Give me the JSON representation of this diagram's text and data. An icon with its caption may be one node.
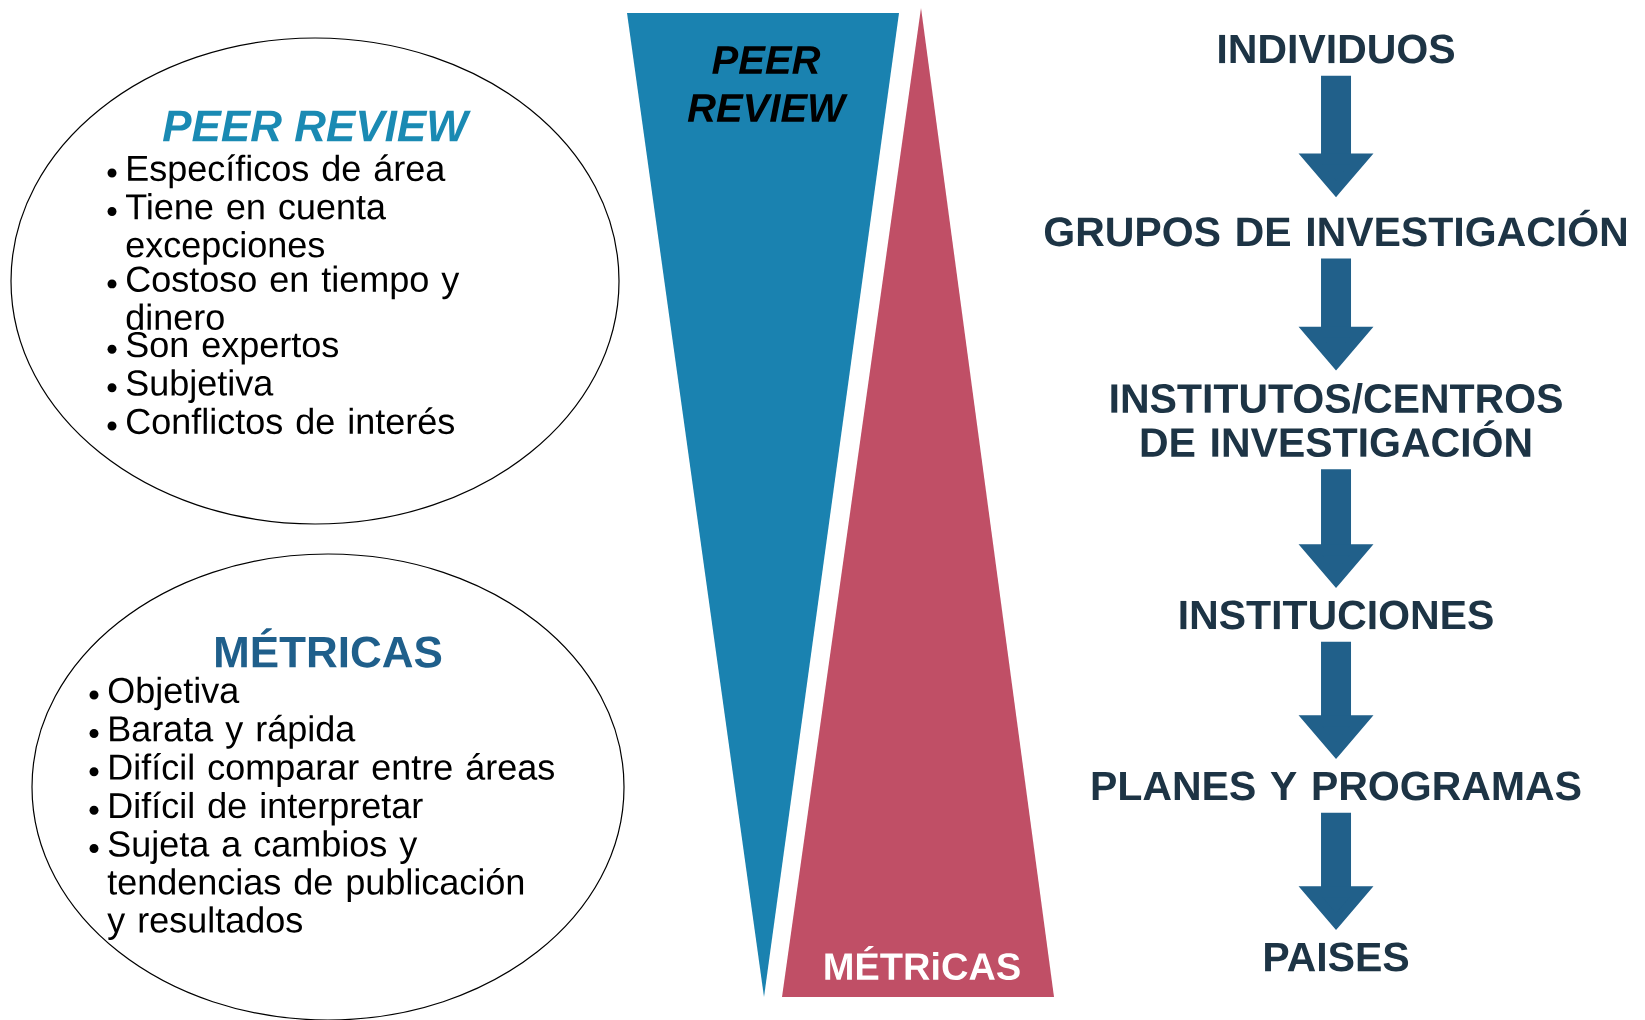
{
  "diagram": {
    "nodes": [
      {
        "text": [
          "PEER REVIEW",
          "Específicos de área",
          "Tiene en cuenta excepciones",
          "Costoso en tiempo y dinero",
          "Son expertos",
          "Subjetiva",
          "Conflictos de interés"
        ]
      },
      {
        "text": [
          "MÉTRICAS",
          "Objetiva",
          "Barata y rápida",
          "Difícil comparar entre áreas",
          "Difícil de interpretar",
          "Sujeta a cambios y tendencias de publicación y resultados"
        ]
      },
      {
        "text": [
          "PEER REVIEW"
        ]
      },
      {
        "text": [
          "MÉTRiCAS"
        ]
      },
      {
        "text": [
          "INDIVIDUOS"
        ]
      },
      {
        "text": [
          "GRUPOS DE INVESTIGACIÓN"
        ]
      },
      {
        "text": [
          "INSTITUTOS/CENTROS DE INVESTIGACIÓN"
        ]
      },
      {
        "text": [
          "INSTITUCIONES"
        ]
      },
      {
        "text": [
          "PLANES Y PROGRAMAS"
        ]
      },
      {
        "text": [
          "PAISES"
        ]
      }
    ],
    "edges": [
      {
        "from": 4,
        "to": 5,
        "arrow": "to"
      },
      {
        "from": 5,
        "to": 6,
        "arrow": "to"
      },
      {
        "from": 6,
        "to": 7,
        "arrow": "to"
      },
      {
        "from": 7,
        "to": 8,
        "arrow": "to"
      },
      {
        "from": 8,
        "to": 9,
        "arrow": "to"
      }
    ]
  }
}
